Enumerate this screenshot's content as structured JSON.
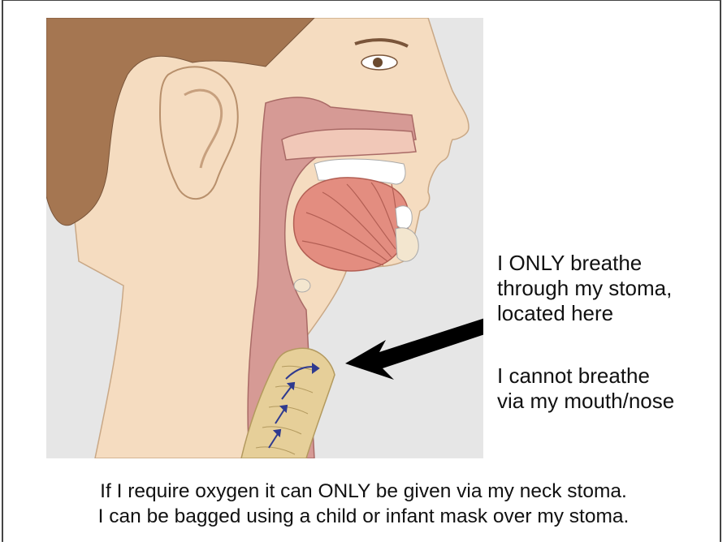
{
  "annotations": {
    "stoma_note": {
      "line1": "I ONLY breathe",
      "line2": "through my stoma,",
      "line3": "located here"
    },
    "mouth_note": {
      "line1": "I cannot breathe",
      "line2": "via my mouth/nose"
    }
  },
  "footer": {
    "line1": "If I require oxygen it can ONLY be given via my neck stoma.",
    "line2": "I can be bagged using a child or infant mask over my stoma."
  },
  "colors": {
    "skin": "#f5dcc0",
    "hair": "#a57651",
    "background_panel": "#e6e6e6",
    "airway": "#d69a95",
    "tongue": "#e38d80",
    "trachea": "#e6cf99",
    "arrow": "#000000",
    "airflow_arrows": "#2f3a8f"
  }
}
